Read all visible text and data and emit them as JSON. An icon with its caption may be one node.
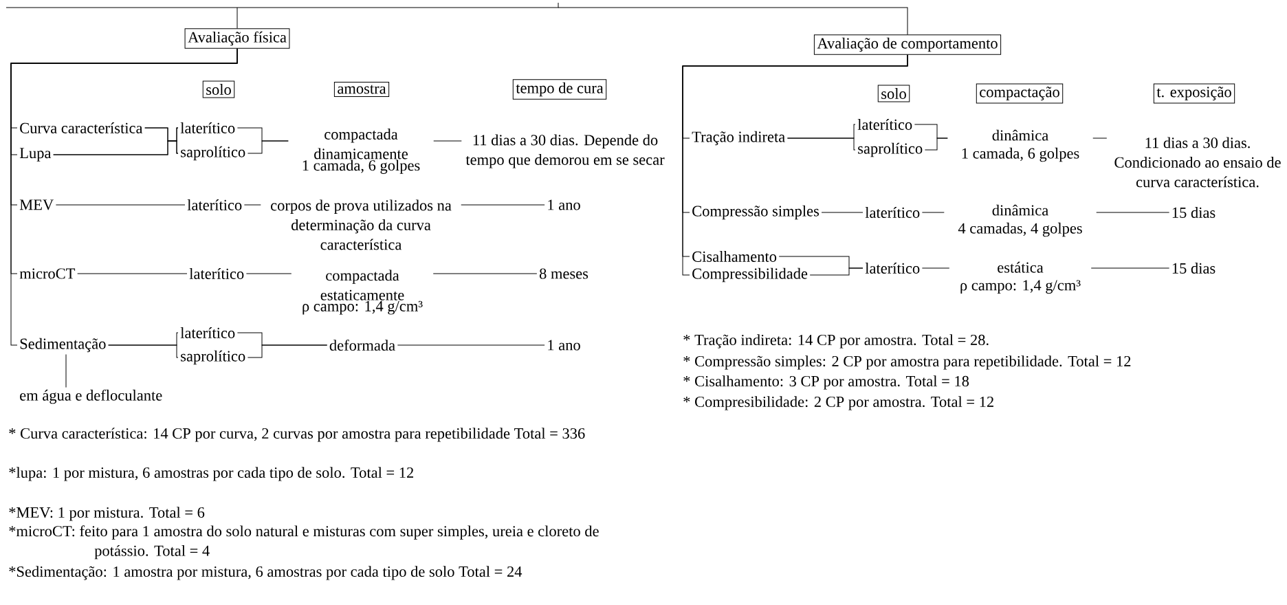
{
  "diagram": {
    "nodes": [
      {
        "text": [
          "Avaliação física"
        ]
      },
      {
        "text": [
          "solo"
        ]
      },
      {
        "text": [
          "amostra"
        ]
      },
      {
        "text": [
          "tempo de cura"
        ]
      },
      {
        "text": [
          "Curva característica"
        ]
      },
      {
        "text": [
          "Lupa"
        ]
      },
      {
        "text": [
          "laterítico"
        ]
      },
      {
        "text": [
          "saprolítico"
        ]
      },
      {
        "text": [
          "compactada dinamicamente",
          "1 camada, 6 golpes"
        ]
      },
      {
        "text": [
          "11 dias a 30 dias. Depende do tempo que demorou em se secar"
        ]
      },
      {
        "text": [
          "MEV"
        ]
      },
      {
        "text": [
          "laterítico"
        ]
      },
      {
        "text": [
          "corpos de prova utilizados na determinação da curva característica"
        ]
      },
      {
        "text": [
          "1 ano"
        ]
      },
      {
        "text": [
          "microCT"
        ]
      },
      {
        "text": [
          "laterítico"
        ]
      },
      {
        "text": [
          "compactada estaticamente",
          "ρ campo: 1,4 g/cm³"
        ]
      },
      {
        "text": [
          "8 meses"
        ]
      },
      {
        "text": [
          "Sedimentação"
        ]
      },
      {
        "text": [
          "laterítico"
        ]
      },
      {
        "text": [
          "saprolítico"
        ]
      },
      {
        "text": [
          "deformada"
        ]
      },
      {
        "text": [
          "1 ano"
        ]
      },
      {
        "text": [
          "em água e defloculante"
        ]
      },
      {
        "text": [
          "Avaliação de comportamento"
        ]
      },
      {
        "text": [
          "solo"
        ]
      },
      {
        "text": [
          "compactação"
        ]
      },
      {
        "text": [
          "t. exposição"
        ]
      },
      {
        "text": [
          "Tração indireta"
        ]
      },
      {
        "text": [
          "laterítico"
        ]
      },
      {
        "text": [
          "saprolítico"
        ]
      },
      {
        "text": [
          "dinâmica",
          "1 camada, 6 golpes"
        ]
      },
      {
        "text": [
          "11 dias a 30 dias. Condicionado ao ensaio de curva característica."
        ]
      },
      {
        "text": [
          "Compressão simples"
        ]
      },
      {
        "text": [
          "laterítico"
        ]
      },
      {
        "text": [
          "dinâmica",
          "4 camadas, 4 golpes"
        ]
      },
      {
        "text": [
          "15 dias"
        ]
      },
      {
        "text": [
          "Cisalhamento"
        ]
      },
      {
        "text": [
          "Compressibilidade"
        ]
      },
      {
        "text": [
          "laterítico"
        ]
      },
      {
        "text": [
          "estática",
          "ρ campo: 1,4 g/cm³"
        ]
      },
      {
        "text": [
          "15 dias"
        ]
      }
    ],
    "edges": [
      {
        "from": null,
        "to": 0,
        "arrow": "none"
      },
      {
        "from": null,
        "to": 24,
        "arrow": "none"
      },
      {
        "from": 0,
        "to": 4,
        "arrow": "none"
      },
      {
        "from": 0,
        "to": 5,
        "arrow": "none"
      },
      {
        "from": 0,
        "to": 10,
        "arrow": "none"
      },
      {
        "from": 0,
        "to": 14,
        "arrow": "none"
      },
      {
        "from": 0,
        "to": 18,
        "arrow": "none"
      },
      {
        "from": 4,
        "to": 6,
        "arrow": "none"
      },
      {
        "from": 4,
        "to": 7,
        "arrow": "none"
      },
      {
        "from": 5,
        "to": 6,
        "arrow": "none"
      },
      {
        "from": 5,
        "to": 7,
        "arrow": "none"
      },
      {
        "from": 6,
        "to": 8,
        "arrow": "none"
      },
      {
        "from": 7,
        "to": 8,
        "arrow": "none"
      },
      {
        "from": 8,
        "to": 9,
        "arrow": "none"
      },
      {
        "from": 10,
        "to": 11,
        "arrow": "none"
      },
      {
        "from": 11,
        "to": 12,
        "arrow": "none"
      },
      {
        "from": 12,
        "to": 13,
        "arrow": "none"
      },
      {
        "from": 14,
        "to": 15,
        "arrow": "none"
      },
      {
        "from": 15,
        "to": 16,
        "arrow": "none"
      },
      {
        "from": 16,
        "to": 17,
        "arrow": "none"
      },
      {
        "from": 18,
        "to": 19,
        "arrow": "none"
      },
      {
        "from": 18,
        "to": 20,
        "arrow": "none"
      },
      {
        "from": 19,
        "to": 21,
        "arrow": "none"
      },
      {
        "from": 20,
        "to": 21,
        "arrow": "none"
      },
      {
        "from": 21,
        "to": 22,
        "arrow": "none"
      },
      {
        "from": 18,
        "to": 23,
        "arrow": "none"
      },
      {
        "from": 24,
        "to": 28,
        "arrow": "none"
      },
      {
        "from": 24,
        "to": 33,
        "arrow": "none"
      },
      {
        "from": 24,
        "to": 37,
        "arrow": "none"
      },
      {
        "from": 24,
        "to": 38,
        "arrow": "none"
      },
      {
        "from": 28,
        "to": 29,
        "arrow": "none"
      },
      {
        "from": 28,
        "to": 30,
        "arrow": "none"
      },
      {
        "from": 29,
        "to": 31,
        "arrow": "none"
      },
      {
        "from": 30,
        "to": 31,
        "arrow": "none"
      },
      {
        "from": 31,
        "to": 32,
        "arrow": "none"
      },
      {
        "from": 33,
        "to": 34,
        "arrow": "none"
      },
      {
        "from": 34,
        "to": 35,
        "arrow": "none"
      },
      {
        "from": 35,
        "to": 36,
        "arrow": "none"
      },
      {
        "from": 37,
        "to": 39,
        "arrow": "none"
      },
      {
        "from": 38,
        "to": 39,
        "arrow": "none"
      },
      {
        "from": 39,
        "to": 40,
        "arrow": "none"
      },
      {
        "from": 40,
        "to": 41,
        "arrow": "none"
      }
    ],
    "labels": [
      "* Curva característica: 14 CP por curva, 2 curvas por amostra para repetibilidade Total = 336",
      "*lupa: 1 por mistura, 6 amostras por cada tipo de solo. Total = 12",
      "*MEV: 1 por mistura. Total = 6",
      "*microCT: feito para 1 amostra do solo natural e misturas com super simples, ureia e cloreto de potássio. Total = 4",
      "*Sedimentação: 1 amostra por mistura, 6 amostras por cada tipo de solo Total = 24",
      "* Tração indireta: 14 CP por amostra. Total = 28.",
      "* Compressão simples: 2 CP por amostra para repetibilidade. Total = 12",
      "* Cisalhamento: 3 CP por amostra. Total = 18",
      "* Compresibilidade: 2 CP por amostra. Total = 12"
    ]
  }
}
